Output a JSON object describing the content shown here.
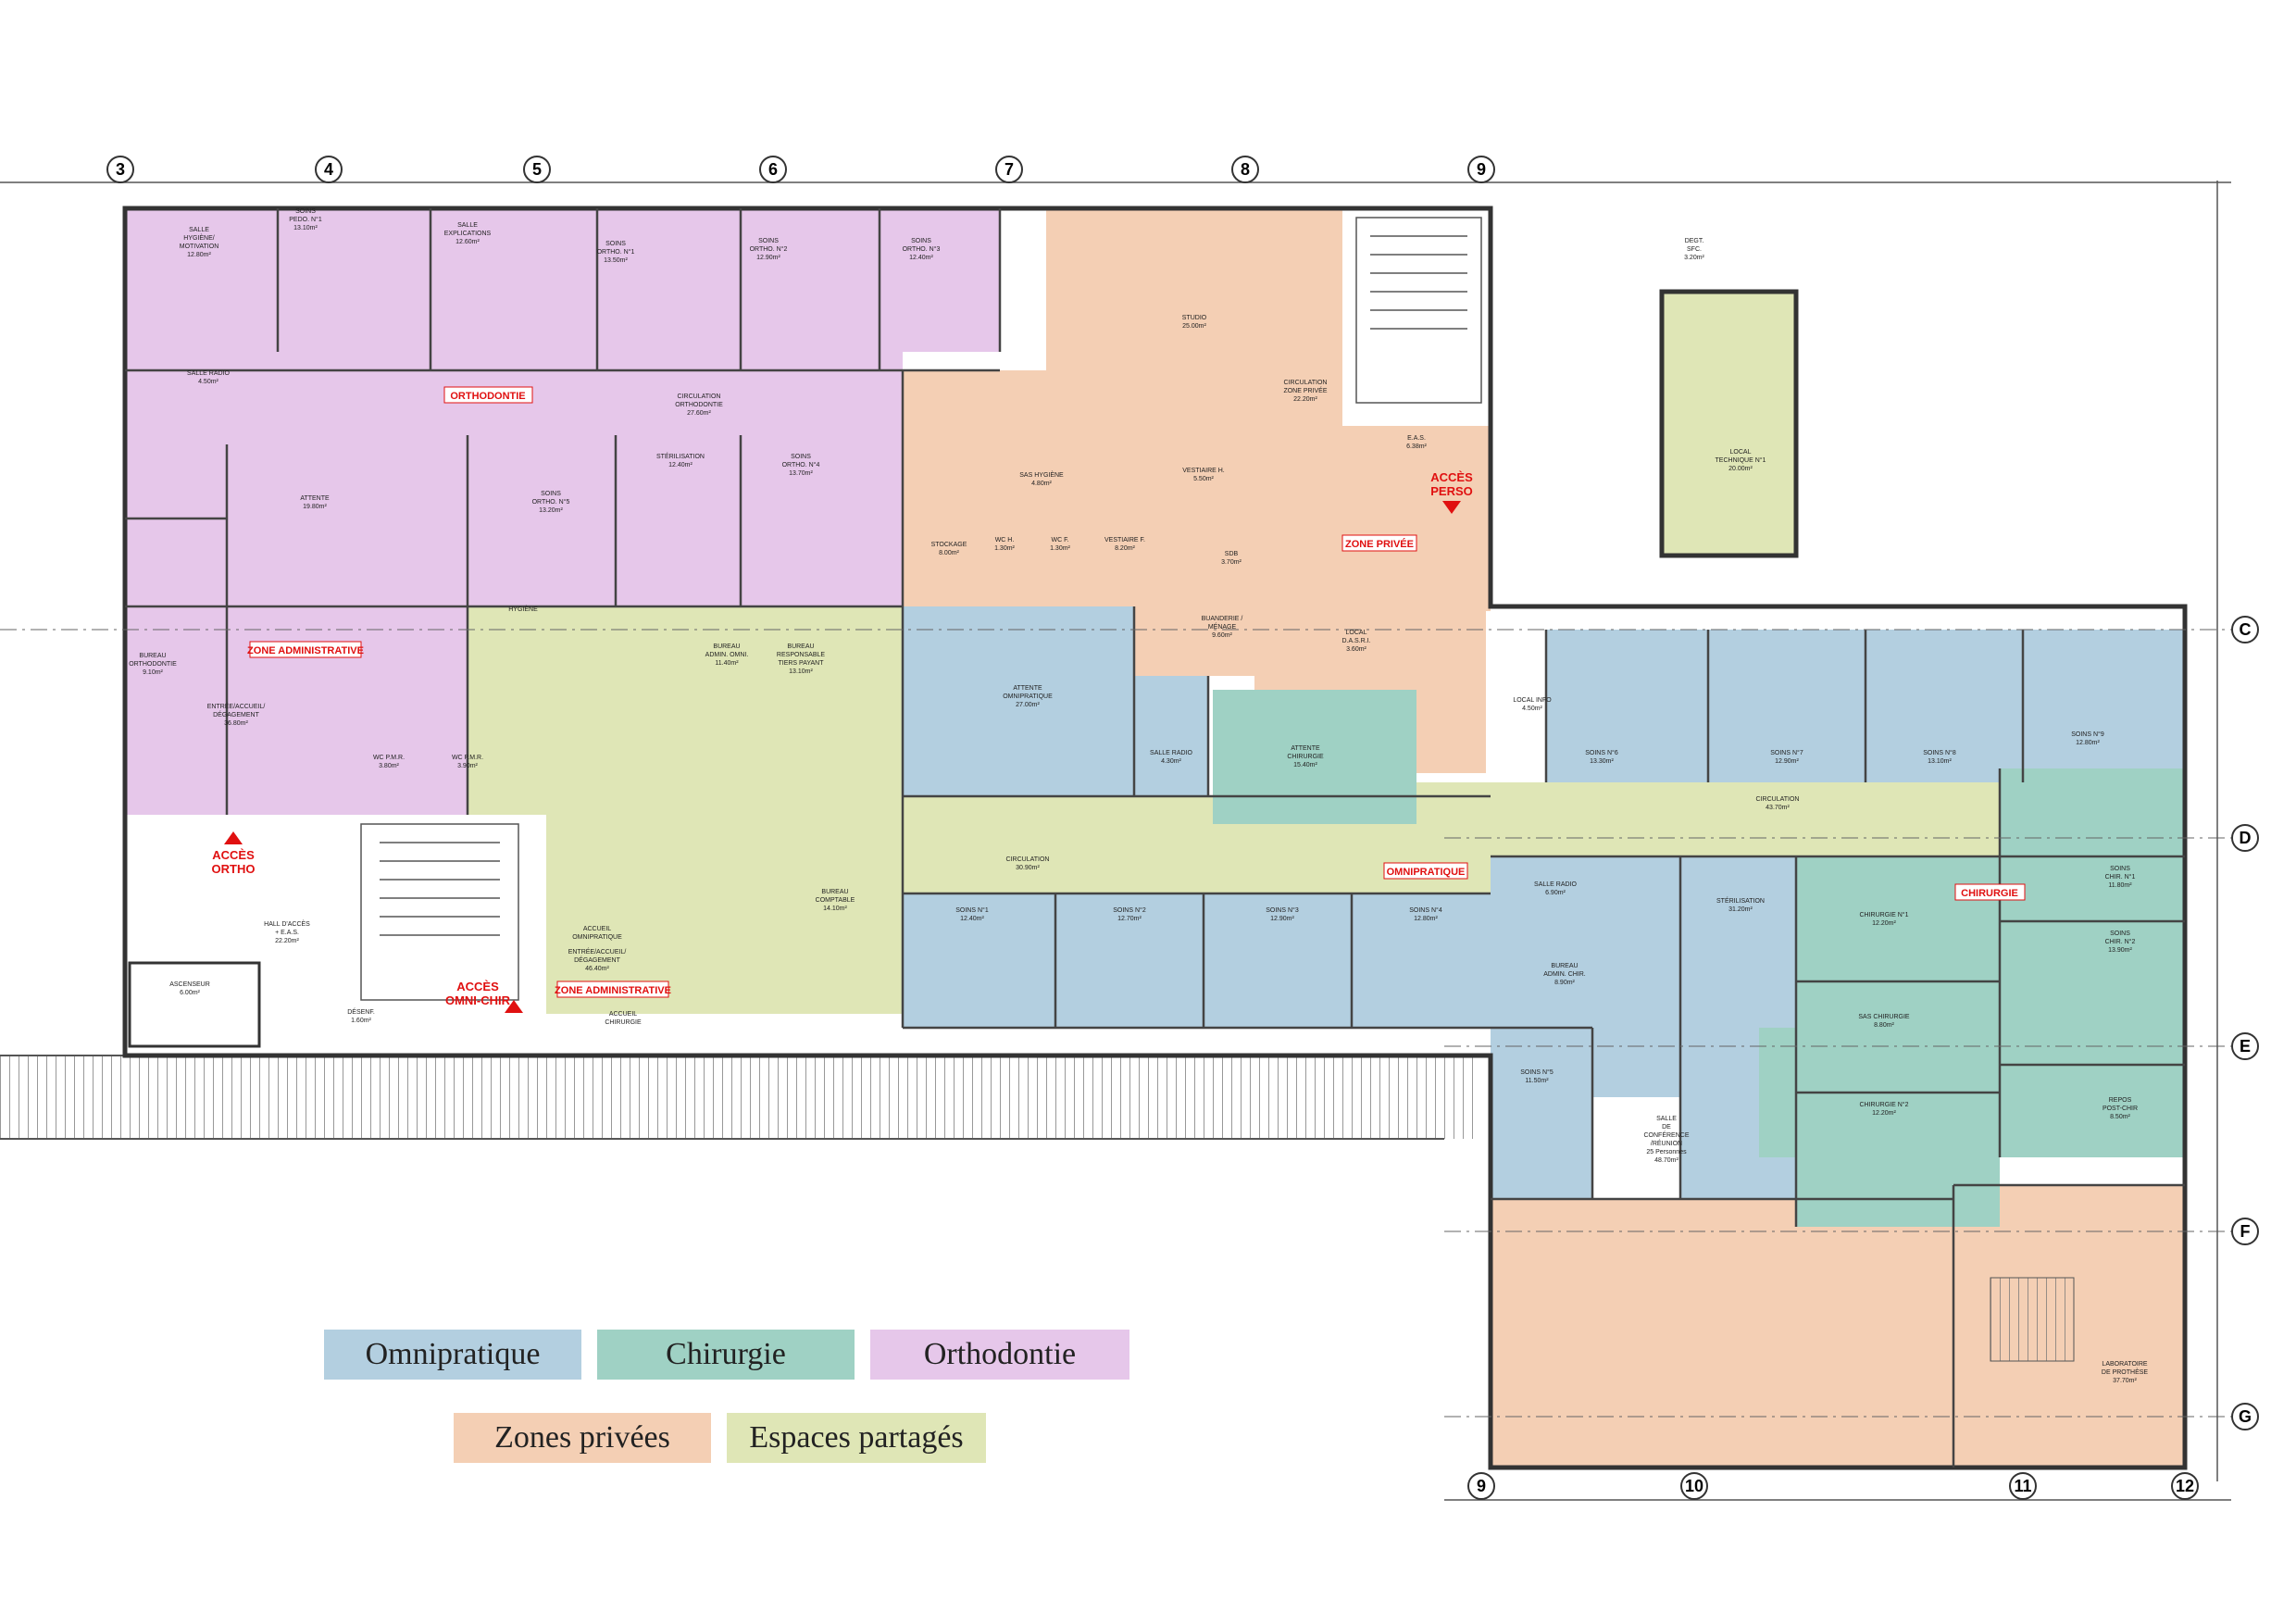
{
  "colors": {
    "omni": "#b3cfe0",
    "chir": "#9fd1c4",
    "ortho": "#e6c7ea",
    "prive": "#f4cfb4",
    "partage": "#dfe6b6",
    "wall": "#333333",
    "grid": "#555555",
    "access": "#e01010"
  },
  "grid_axes": {
    "top": [
      "3",
      "4",
      "5",
      "6",
      "7",
      "8",
      "9"
    ],
    "bottom": [
      "9",
      "10",
      "11",
      "12"
    ],
    "right": [
      "C",
      "D",
      "E",
      "F",
      "G"
    ]
  },
  "zone_labels": {
    "orthodontie": "ORTHODONTIE",
    "zone_admin_ortho": "ZONE ADMINISTRATIVE",
    "zone_admin_omni": "ZONE ADMINISTRATIVE",
    "zone_privee": "ZONE PRIVÉE",
    "omnipratique": "OMNIPRATIQUE",
    "chirurgie": "CHIRURGIE"
  },
  "access_labels": {
    "ortho": [
      "ACCÈS",
      "ORTHO"
    ],
    "omni_chir": [
      "ACCÈS",
      "OMNI-CHIR"
    ],
    "perso": [
      "ACCÈS",
      "PERSO"
    ]
  },
  "rooms": {
    "salle_hygiene": [
      "SALLE",
      "HYGIÈNE/",
      "MOTIVATION",
      "12.80m²"
    ],
    "soins_pedo": [
      "SOINS",
      "PEDO. N°1",
      "13.10m²"
    ],
    "salle_explications": [
      "SALLE",
      "EXPLICATIONS",
      "12.60m²"
    ],
    "soins_ortho1": [
      "SOINS",
      "ORTHO. N°1",
      "13.50m²"
    ],
    "soins_ortho2": [
      "SOINS",
      "ORTHO. N°2",
      "12.90m²"
    ],
    "soins_ortho3": [
      "SOINS",
      "ORTHO. N°3",
      "12.40m²"
    ],
    "salle_radio_ortho": [
      "SALLE RADIO",
      "4.50m²"
    ],
    "attente_ortho": [
      "ATTENTE",
      "19.80m²"
    ],
    "circulation_ortho": [
      "CIRCULATION",
      "ORTHODONTIE",
      "27.60m²"
    ],
    "sterilisation_ortho": [
      "STÉRILISATION",
      "12.40m²"
    ],
    "soins_ortho5": [
      "SOINS",
      "ORTHO. N°5",
      "13.20m²"
    ],
    "soins_ortho4": [
      "SOINS",
      "ORTHO. N°4",
      "13.70m²"
    ],
    "bureau_ortho": [
      "BUREAU",
      "ORTHODONTIE",
      "9.10m²"
    ],
    "entree_ortho": [
      "ENTRÉE/ACCUEIL/",
      "DÉGAGEMENT",
      "36.80m²"
    ],
    "wc_pmr_ortho": [
      "WC P.M.R.",
      "3.80m²"
    ],
    "hygiene": [
      "HYGIÈNE"
    ],
    "studio": [
      "STUDIO",
      "25.00m²"
    ],
    "circulation_privee": [
      "CIRCULATION",
      "ZONE PRIVÉE",
      "22.20m²"
    ],
    "sas_hygiene": [
      "SAS HYGIÈNE",
      "4.80m²"
    ],
    "stockage": [
      "STOCKAGE",
      "8.00m²"
    ],
    "wc_h": [
      "WC H.",
      "1.30m²"
    ],
    "wc_f": [
      "WC F.",
      "1.30m²"
    ],
    "vestiaire_f": [
      "VESTIAIRE F.",
      "8.20m²"
    ],
    "vestiaire_h": [
      "VESTIAIRE H.",
      "5.50m²"
    ],
    "sdb": [
      "SDB",
      "3.70m²"
    ],
    "buanderie": [
      "BUANDERIE /",
      "MÉNAGE",
      "9.60m²"
    ],
    "local_dasri": [
      "LOCAL",
      "D.A.S.R.I.",
      "3.60m²"
    ],
    "eas": [
      "E.A.S.",
      "6.38m²"
    ],
    "local_info": [
      "LOCAL INFO",
      "4.50m²"
    ],
    "wc_pmr_omni": [
      "WC P.M.R.",
      "3.90m²"
    ],
    "bureau_admin_omni": [
      "BUREAU",
      "ADMIN. OMNI.",
      "11.40m²"
    ],
    "bureau_responsable": [
      "BUREAU",
      "RESPONSABLE",
      "TIERS PAYANT",
      "13.10m²"
    ],
    "accueil_omni": [
      "ACCUEIL",
      "OMNIPRATIQUE"
    ],
    "entree_omni": [
      "ENTRÉE/ACCUEIL/",
      "DÉGAGEMENT",
      "46.40m²"
    ],
    "accueil_chir": [
      "ACCUEIL",
      "CHIRURGIE"
    ],
    "bureau_comptable": [
      "BUREAU",
      "COMPTABLE",
      "14.10m²"
    ],
    "attente_omni": [
      "ATTENTE",
      "OMNIPRATIQUE",
      "27.00m²"
    ],
    "salle_radio_omni": [
      "SALLE RADIO",
      "4.30m²"
    ],
    "attente_chir": [
      "ATTENTE",
      "CHIRURGIE",
      "15.40m²"
    ],
    "circulation_omni": [
      "CIRCULATION",
      "30.90m²"
    ],
    "circulation_est": [
      "CIRCULATION",
      "43.70m²"
    ],
    "soins1": [
      "SOINS N°1",
      "12.40m²"
    ],
    "soins2": [
      "SOINS N°2",
      "12.70m²"
    ],
    "soins3": [
      "SOINS N°3",
      "12.90m²"
    ],
    "soins4": [
      "SOINS N°4",
      "12.80m²"
    ],
    "soins5": [
      "SOINS N°5",
      "11.50m²"
    ],
    "soins6": [
      "SOINS N°6",
      "13.30m²"
    ],
    "soins7": [
      "SOINS N°7",
      "12.90m²"
    ],
    "soins8": [
      "SOINS N°8",
      "13.10m²"
    ],
    "soins9": [
      "SOINS N°9",
      "12.80m²"
    ],
    "salle_radio_est": [
      "SALLE RADIO",
      "6.90m²"
    ],
    "bureau_admin_chir": [
      "BUREAU",
      "ADMIN. CHIR.",
      "8.90m²"
    ],
    "sterilisation_est": [
      "STÉRILISATION",
      "31.20m²"
    ],
    "chirurgie1": [
      "CHIRURGIE N°1",
      "12.20m²"
    ],
    "chirurgie2": [
      "CHIRURGIE N°2",
      "12.20m²"
    ],
    "sas_chirurgie": [
      "SAS CHIRURGIE",
      "8.80m²"
    ],
    "soins_chir1": [
      "SOINS",
      "CHIR. N°1",
      "11.80m²"
    ],
    "soins_chir2": [
      "SOINS",
      "CHIR. N°2",
      "13.90m²"
    ],
    "repos_post_chir": [
      "REPOS",
      "POST-CHIR",
      "8.50m²"
    ],
    "salle_conference": [
      "SALLE",
      "DE",
      "CONFÉRENCE",
      "/RÉUNION",
      "25 Personnes",
      "48.70m²"
    ],
    "laboratoire": [
      "LABORATOIRE",
      "DE PROTHÈSE",
      "37.70m²"
    ],
    "hall_acces": [
      "HALL D'ACCÈS",
      "+ E.A.S.",
      "22.20m²"
    ],
    "ascenseur": [
      "ASCENSEUR",
      "6.00m²"
    ],
    "degt": [
      "DEGT.",
      "SFC.",
      "3.20m²"
    ],
    "local_technique": [
      "LOCAL",
      "TECHNIQUE N°1",
      "20.00m²"
    ],
    "desenf": [
      "DÉSENF.",
      "1.60m²"
    ]
  },
  "legend": [
    {
      "label": "Omnipratique",
      "color": "#b3cfe0"
    },
    {
      "label": "Chirurgie",
      "color": "#9fd1c4"
    },
    {
      "label": "Orthodontie",
      "color": "#e6c7ea"
    },
    {
      "label": "Zones privées",
      "color": "#f4cfb4"
    },
    {
      "label": "Espaces partagés",
      "color": "#dfe6b6"
    }
  ]
}
